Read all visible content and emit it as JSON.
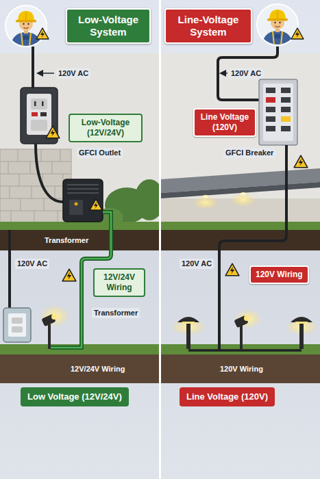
{
  "diagram": {
    "nodes": [
      {
        "text": [
          "Low-Voltage System"
        ]
      },
      {
        "text": [
          "Line-Voltage System"
        ]
      },
      {
        "text": [
          "Low-Voltage (12V/24V)"
        ]
      },
      {
        "text": [
          "Line Voltage (120V)"
        ]
      },
      {
        "text": [
          "12V/24V Wiring"
        ]
      },
      {
        "text": [
          "120V Wiring"
        ]
      },
      {
        "text": [
          "Low Voltage (12V/24V)"
        ]
      },
      {
        "text": [
          "Line Voltage (120V)"
        ]
      }
    ],
    "labels": [
      "120V AC",
      "120V AC",
      "GFCI Outlet",
      "GFCI Breaker",
      "Transformer",
      "120V AC",
      "120V AC",
      "Transformer",
      "12V/24V Wiring",
      "120V Wiring"
    ]
  }
}
